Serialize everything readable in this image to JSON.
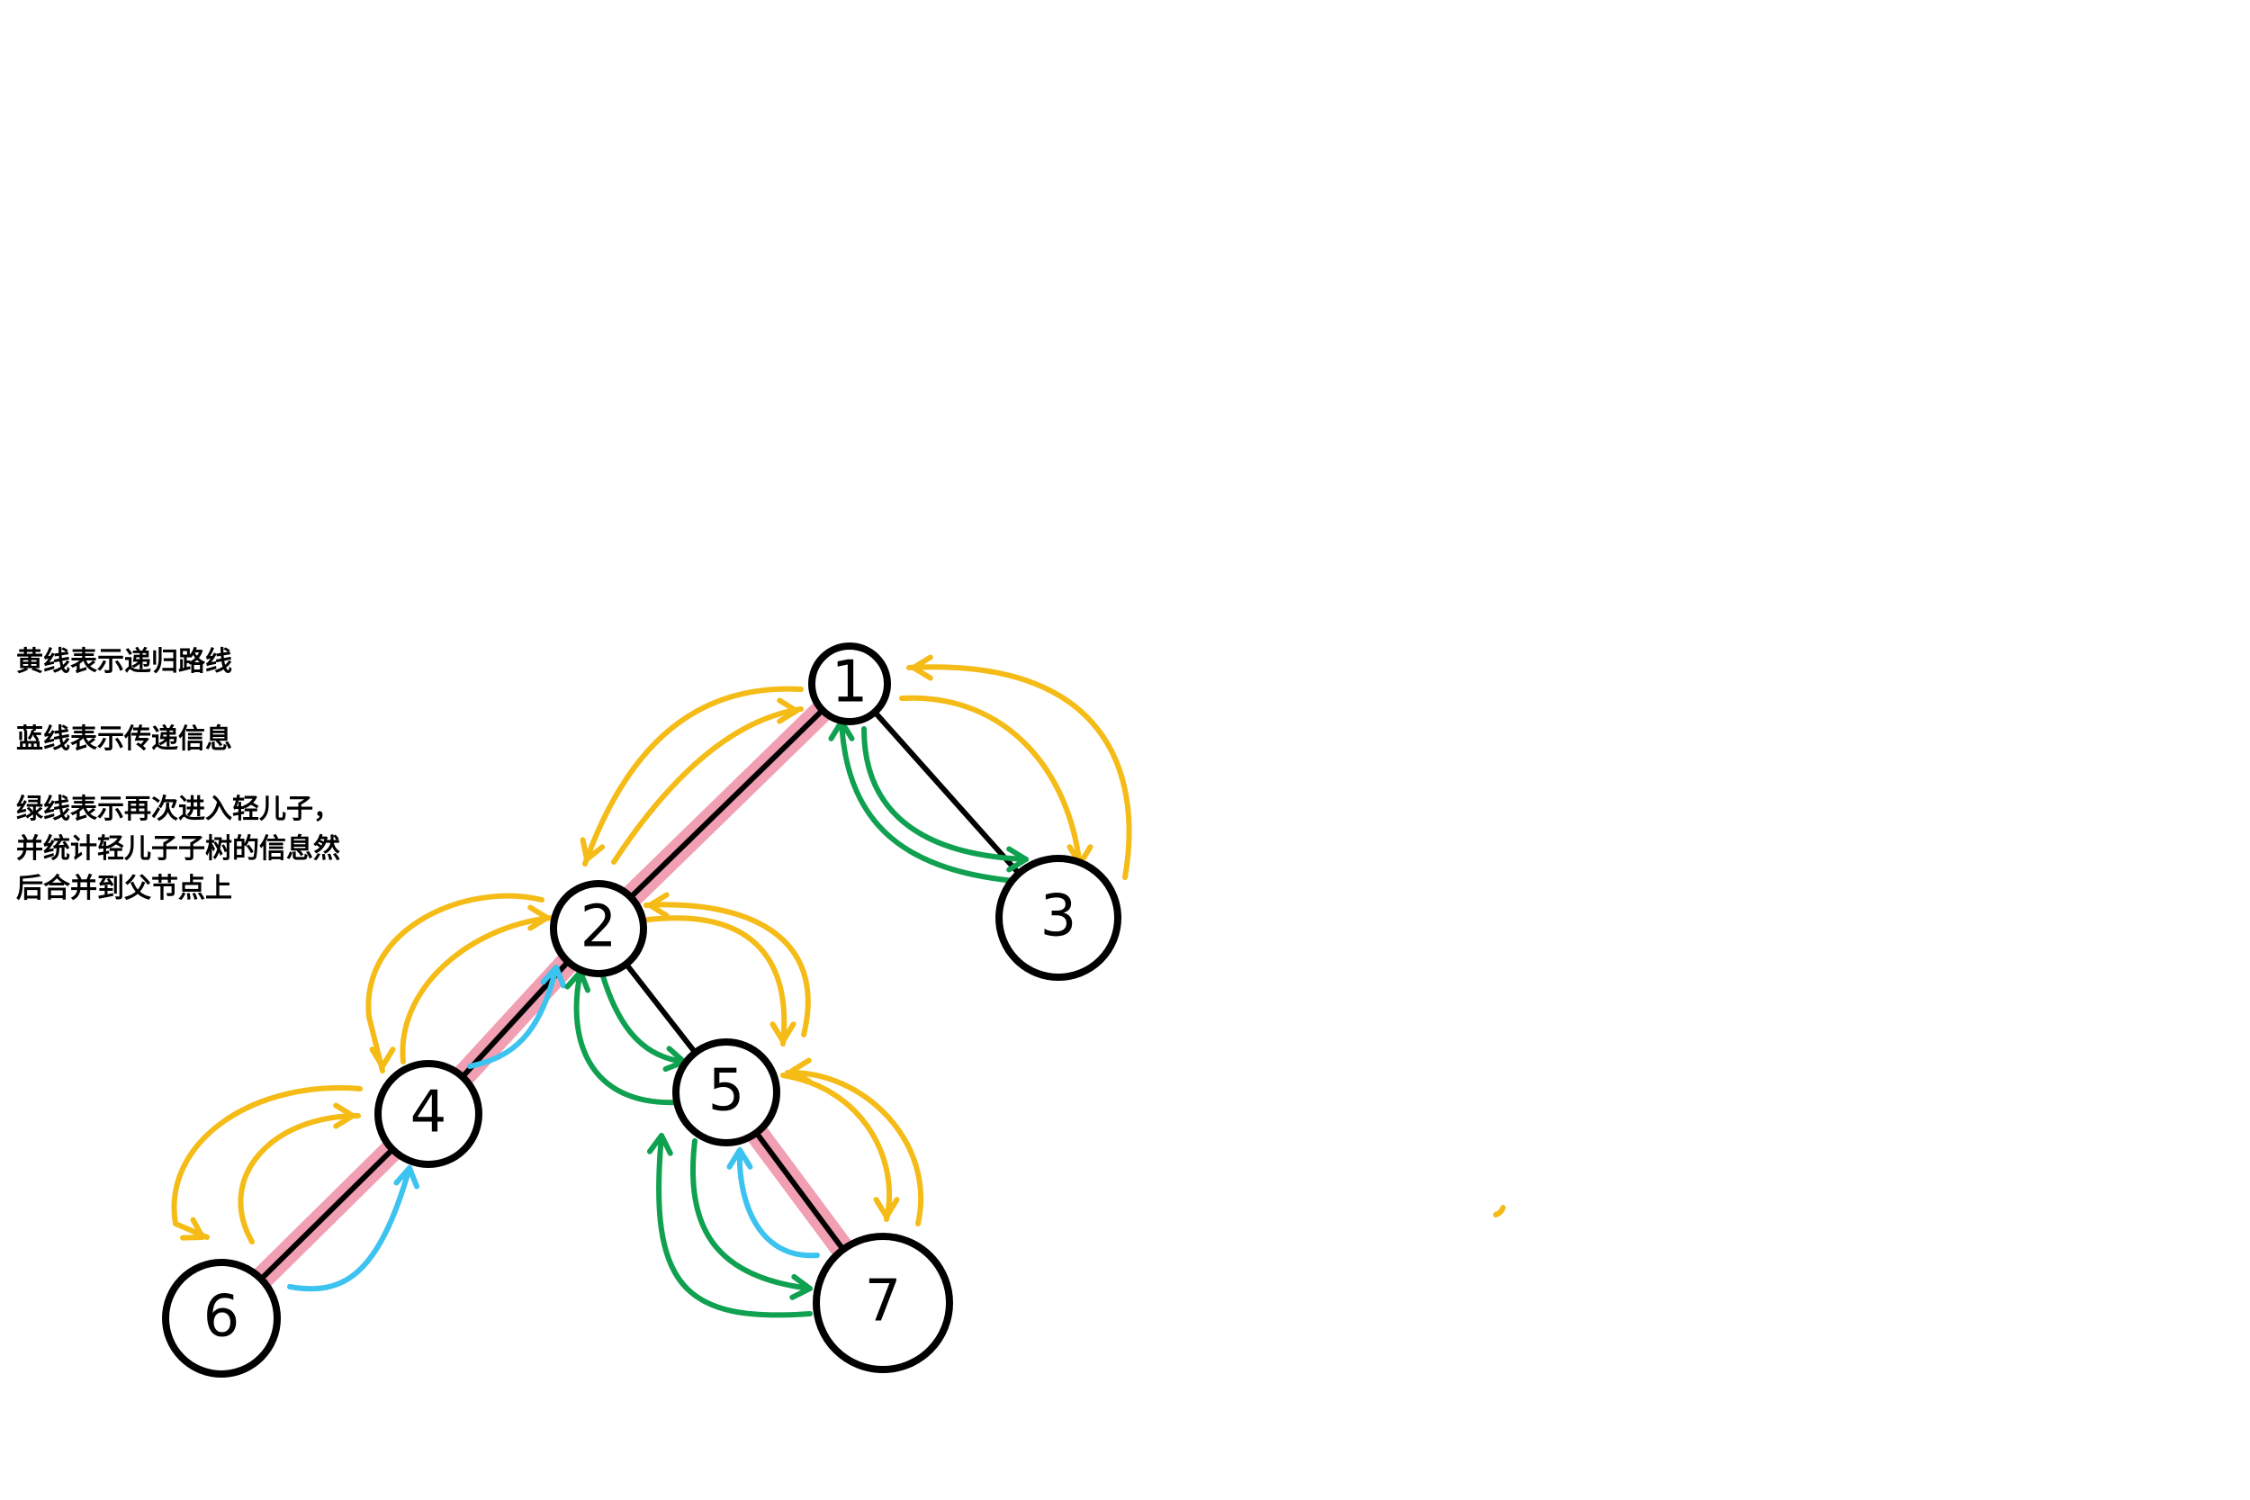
{
  "legend": {
    "yellow": "黄线表示递归路线",
    "blue": "蓝线表示传递信息",
    "green": "绿线表示再次进入轻儿子，\n并统计轻儿子子树的信息然\n后合并到父节点上"
  },
  "colors": {
    "yellow": "#f5bb16",
    "blue": "#3cc3ef",
    "green": "#0fa050",
    "heavy": "#ef8fa6",
    "edge": "#000000"
  },
  "tree": {
    "nodes": [
      "1",
      "2",
      "3",
      "4",
      "5",
      "6",
      "7"
    ],
    "edges": [
      [
        "1",
        "2"
      ],
      [
        "1",
        "3"
      ],
      [
        "2",
        "4"
      ],
      [
        "2",
        "5"
      ],
      [
        "4",
        "6"
      ],
      [
        "5",
        "7"
      ]
    ],
    "heavy_edges": [
      [
        "1",
        "2"
      ],
      [
        "2",
        "4"
      ],
      [
        "4",
        "6"
      ],
      [
        "5",
        "7"
      ]
    ]
  }
}
